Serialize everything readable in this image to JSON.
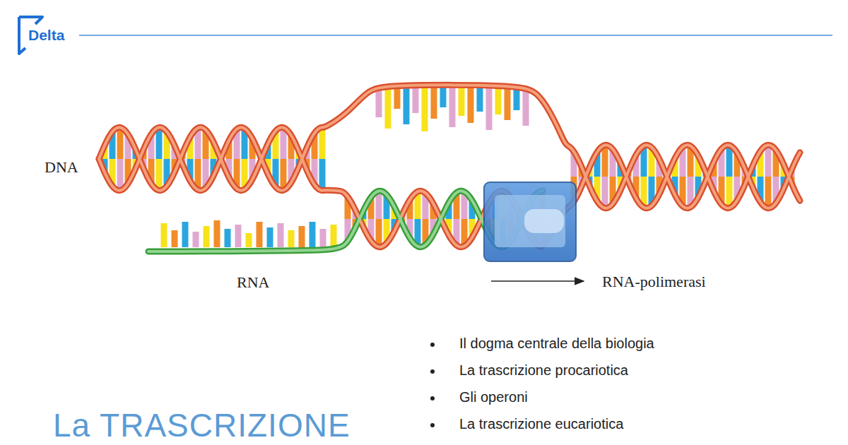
{
  "diagram": {
    "title": "La TRASCRIZIONE",
    "labels": [
      "Delta",
      "DNA",
      "RNA",
      "RNA-polimerasi",
      "Il dogma centrale della biologia",
      "La trascrizione procariotica",
      "Gli operoni",
      "La trascrizione eucariotica"
    ]
  }
}
